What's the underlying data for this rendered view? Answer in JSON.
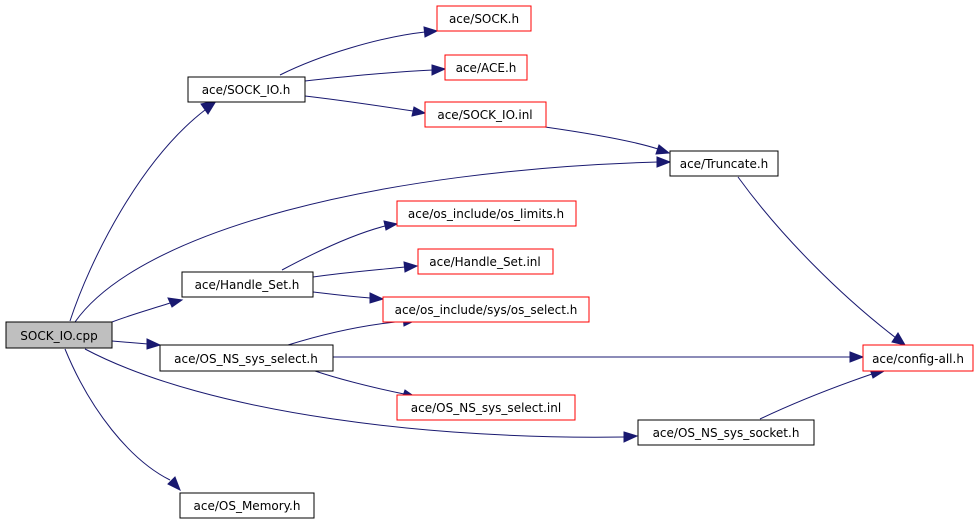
{
  "colors": {
    "edge": "#191970",
    "node_border_default": "#000000",
    "node_border_external": "#ff0000",
    "root_fill": "#bfbfbf",
    "node_fill": "#ffffff"
  },
  "nodes": {
    "root": "SOCK_IO.cpp",
    "sock_h": "ace/SOCK.h",
    "sock_io_h": "ace/SOCK_IO.h",
    "ace_h": "ace/ACE.h",
    "sock_io_inl": "ace/SOCK_IO.inl",
    "truncate_h": "ace/Truncate.h",
    "os_limits_h": "ace/os_include/os_limits.h",
    "handle_set_inl": "ace/Handle_Set.inl",
    "handle_set_h": "ace/Handle_Set.h",
    "os_select_h": "ace/os_include/sys/os_select.h",
    "os_ns_select_h": "ace/OS_NS_sys_select.h",
    "config_all_h": "ace/config-all.h",
    "os_ns_select_inl": "ace/OS_NS_sys_select.inl",
    "os_ns_socket_h": "ace/OS_NS_sys_socket.h",
    "os_memory_h": "ace/OS_Memory.h"
  }
}
